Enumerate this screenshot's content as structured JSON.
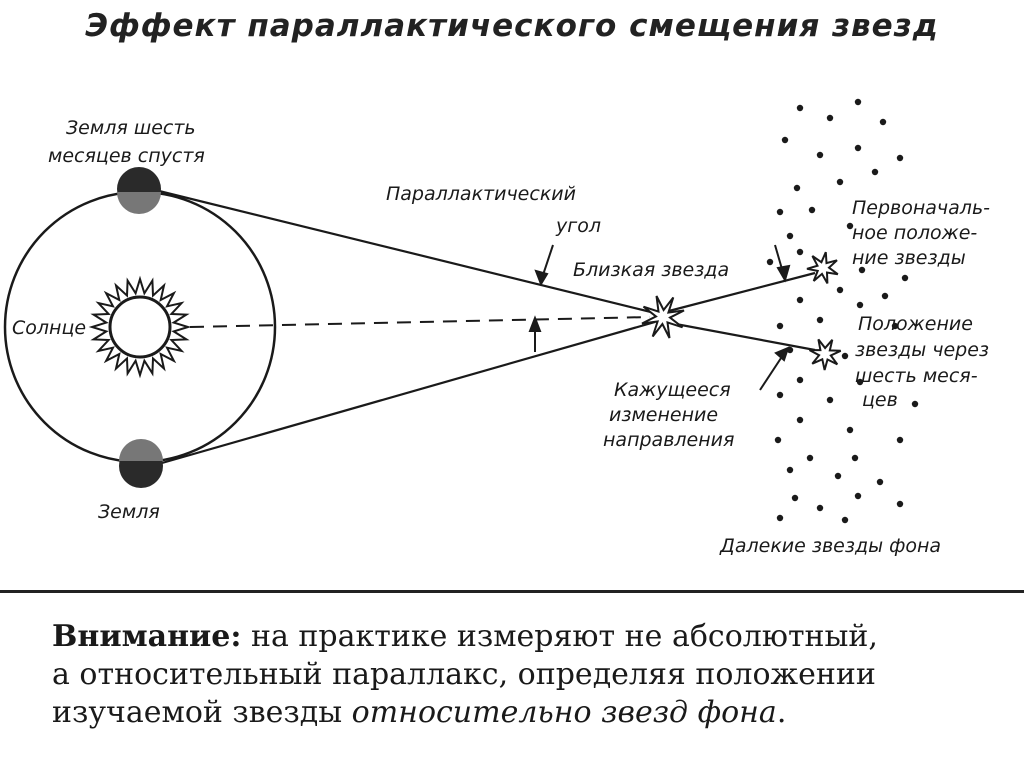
{
  "title": "Эффект параллактического смещения звезд",
  "labels": {
    "earth_six_months_line1": "Земля шесть",
    "earth_six_months_line2": "месяцев спустя",
    "sun": "Солнце",
    "earth": "Земля",
    "parallax_angle_line1": "Параллактический",
    "parallax_angle_line2": "угол",
    "near_star": "Близкая звезда",
    "initial_pos_line1": "Первоначаль-",
    "initial_pos_line2": "ное положе-",
    "initial_pos_line3": "ние звезды",
    "after_pos_line1": "Положение",
    "after_pos_line2": "звезды через",
    "after_pos_line3": "шесть меся-",
    "after_pos_line4": "цев",
    "apparent_line1": "Кажущееся",
    "apparent_line2": "изменение",
    "apparent_line3": "направления",
    "background_stars": "Далекие звезды фона"
  },
  "note": {
    "lead": "Внимание:",
    "line1_rest": " на практике измеряют не абсолютный,",
    "line2": "а относительный параллакс, определяя положении",
    "line3_start": "изучаемой звезды ",
    "line3_italic": "относительно звезд фона",
    "line3_end": "."
  },
  "colors": {
    "ink": "#1a1a1a",
    "earth_top": "#2a2a2a",
    "earth_bottom": "#777777"
  },
  "icons": [
    "sun-icon",
    "earth-icon",
    "star-icon"
  ]
}
